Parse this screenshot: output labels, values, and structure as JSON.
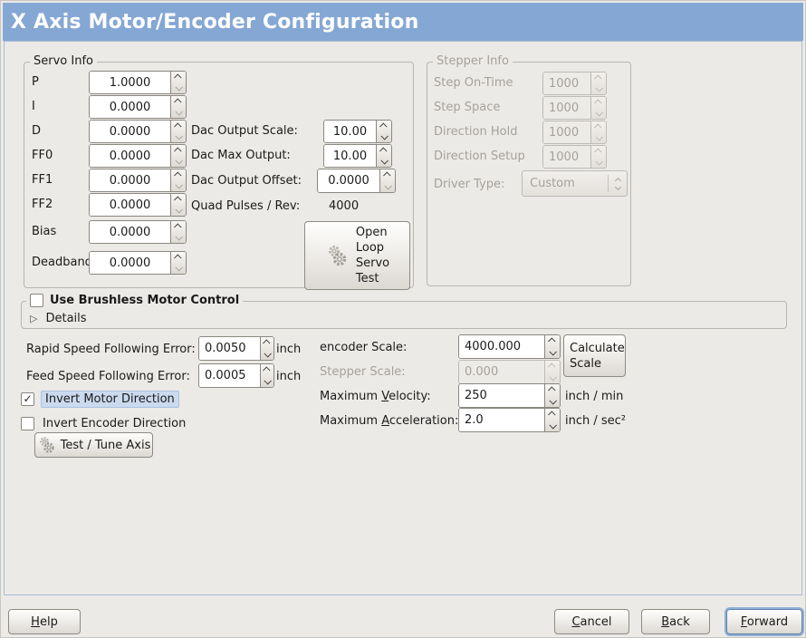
{
  "titlebar": {
    "title": "X Axis Motor/Encoder Configuration"
  },
  "servo_info": {
    "legend": "Servo Info",
    "params": [
      {
        "label": "P",
        "value": "1.0000"
      },
      {
        "label": "I",
        "value": "0.0000"
      },
      {
        "label": "D",
        "value": "0.0000"
      },
      {
        "label": "FF0",
        "value": "0.0000"
      },
      {
        "label": "FF1",
        "value": "0.0000"
      },
      {
        "label": "FF2",
        "value": "0.0000"
      },
      {
        "label": "Bias",
        "value": "0.0000"
      },
      {
        "label": "Deadband",
        "value": "0.0000"
      }
    ],
    "dac_output_scale": {
      "label": "Dac Output Scale:",
      "value": "10.00"
    },
    "dac_max_output": {
      "label": "Dac Max Output:",
      "value": "10.00"
    },
    "dac_output_offset": {
      "label": "Dac Output Offset:",
      "value": "0.0000"
    },
    "quad_pulses": {
      "label": "Quad Pulses / Rev:",
      "value": "4000"
    },
    "open_loop_button_label": "Open\nLoop\nServo\nTest"
  },
  "stepper_info": {
    "legend": "Stepper Info",
    "params": [
      {
        "label": "Step On-Time",
        "value": "1000"
      },
      {
        "label": "Step Space",
        "value": "1000"
      },
      {
        "label": "Direction Hold",
        "value": "1000"
      },
      {
        "label": "Direction Setup",
        "value": "1000"
      }
    ],
    "driver_type": {
      "label": "Driver Type:",
      "value": "Custom"
    }
  },
  "brushless": {
    "checkbox_label": "Use Brushless Motor Control",
    "details_label": "Details"
  },
  "following_error": {
    "rapid": {
      "label": "Rapid Speed Following Error:",
      "value": "0.0050",
      "unit": "inch"
    },
    "feed": {
      "label": "Feed Speed Following Error:",
      "value": "0.0005",
      "unit": "inch"
    }
  },
  "scaling": {
    "encoder_scale": {
      "label": "encoder Scale:",
      "value": "4000.000"
    },
    "calculate_button_label": "Calculate\nScale",
    "stepper_scale": {
      "label": "Stepper Scale:",
      "value": "0.000"
    },
    "max_velocity": {
      "label_pre": "Maximum ",
      "label_mn": "V",
      "label_post": "elocity:",
      "value": "250",
      "unit": "inch / min"
    },
    "max_acceleration": {
      "label_pre": "Maximum ",
      "label_mn": "A",
      "label_post": "cceleration:",
      "value": "2.0",
      "unit": "inch / sec²"
    }
  },
  "direction": {
    "invert_motor": {
      "label": "Invert Motor Direction",
      "check_glyph": "✓"
    },
    "invert_encoder": {
      "label": "Invert Encoder Direction"
    }
  },
  "test_tune_button_label": "Test / Tune Axis",
  "footer": {
    "help": {
      "mn": "H",
      "rest": "elp"
    },
    "cancel": {
      "mn": "C",
      "rest": "ancel"
    },
    "back": {
      "mn": "B",
      "rest": "ack"
    },
    "forward": {
      "mn": "F",
      "rest": "orward"
    }
  },
  "icons": {
    "expander_glyph": "▷"
  },
  "colors": {
    "titlebar": "#85a7d4",
    "focus_highlight": "#cbdaee",
    "background": "#eceae7"
  }
}
